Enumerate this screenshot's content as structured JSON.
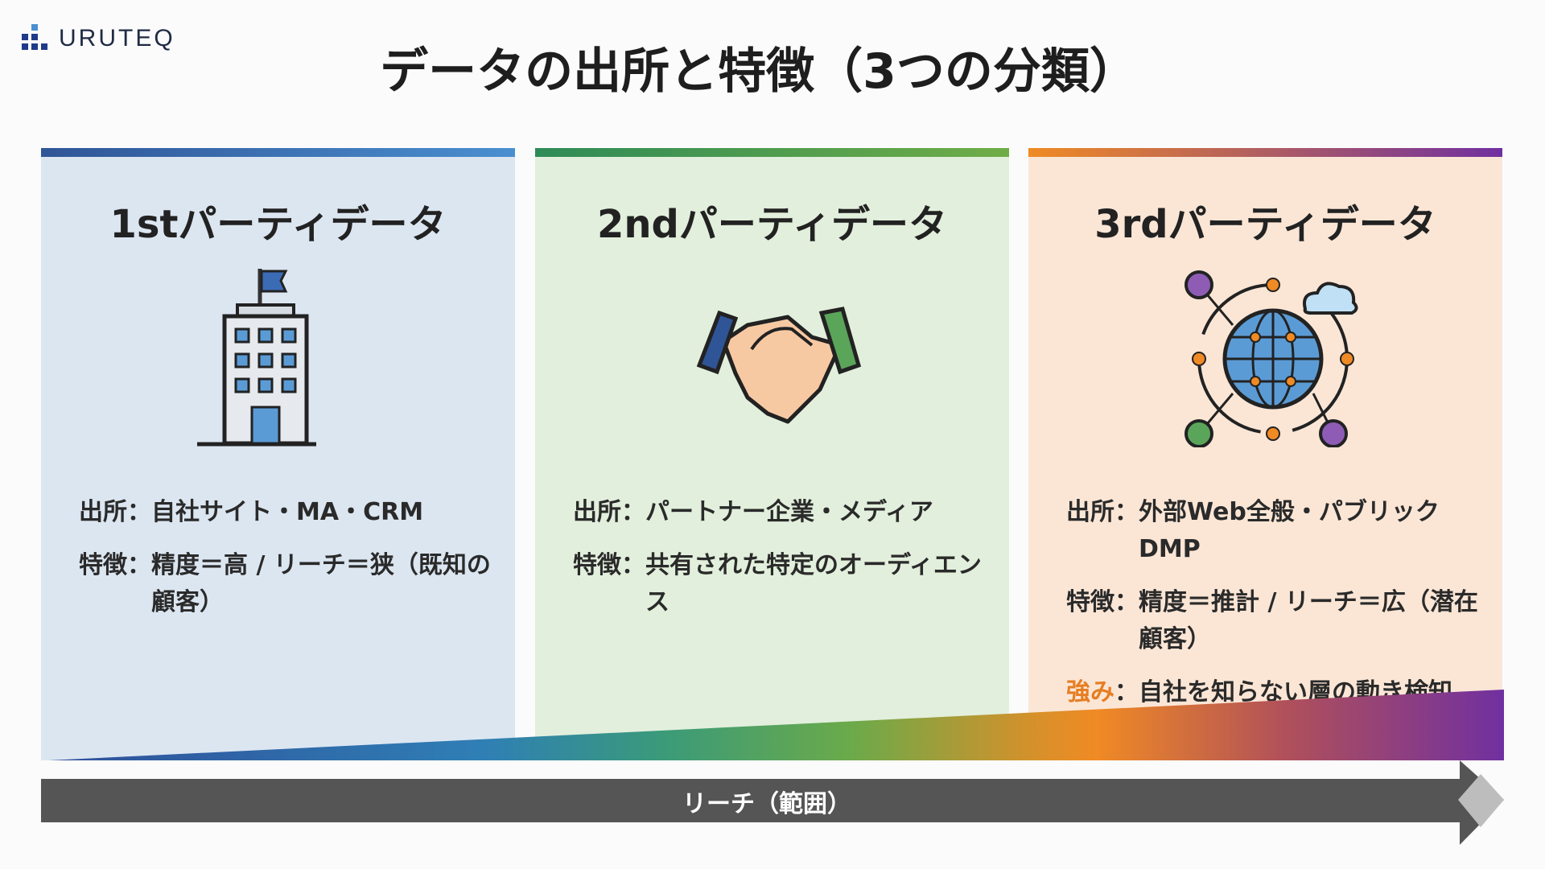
{
  "logo": {
    "text": "URUTEQ"
  },
  "title": "データの出所と特徴（3つの分類）",
  "panels": [
    {
      "title": "1stパーティデータ",
      "icon": "office-building-icon",
      "rows": [
        {
          "key": "出所：",
          "value": "自社サイト・MA・CRM"
        },
        {
          "key": "特徴：",
          "value": "精度＝高 / リーチ＝狭（既知の顧客）"
        }
      ]
    },
    {
      "title": "2ndパーティデータ",
      "icon": "handshake-icon",
      "rows": [
        {
          "key": "出所：",
          "value": "パートナー企業・メディア"
        },
        {
          "key": "特徴：",
          "value": "共有された特定のオーディエンス"
        }
      ]
    },
    {
      "title": "3rdパーティデータ",
      "icon": "network-globe-icon",
      "rows": [
        {
          "key": "出所：",
          "value": "外部Web全般・パブリックDMP"
        },
        {
          "key": "特徴：",
          "value": "精度＝推計 / リーチ＝広（潜在顧客）"
        },
        {
          "key": "強み",
          "sep": "：",
          "value": "自社を知らない層の動き検知"
        }
      ]
    }
  ],
  "axis": {
    "label": "リーチ（範囲）"
  },
  "colors": {
    "accent_orange": "#e67e22",
    "arrow": "#555555"
  }
}
